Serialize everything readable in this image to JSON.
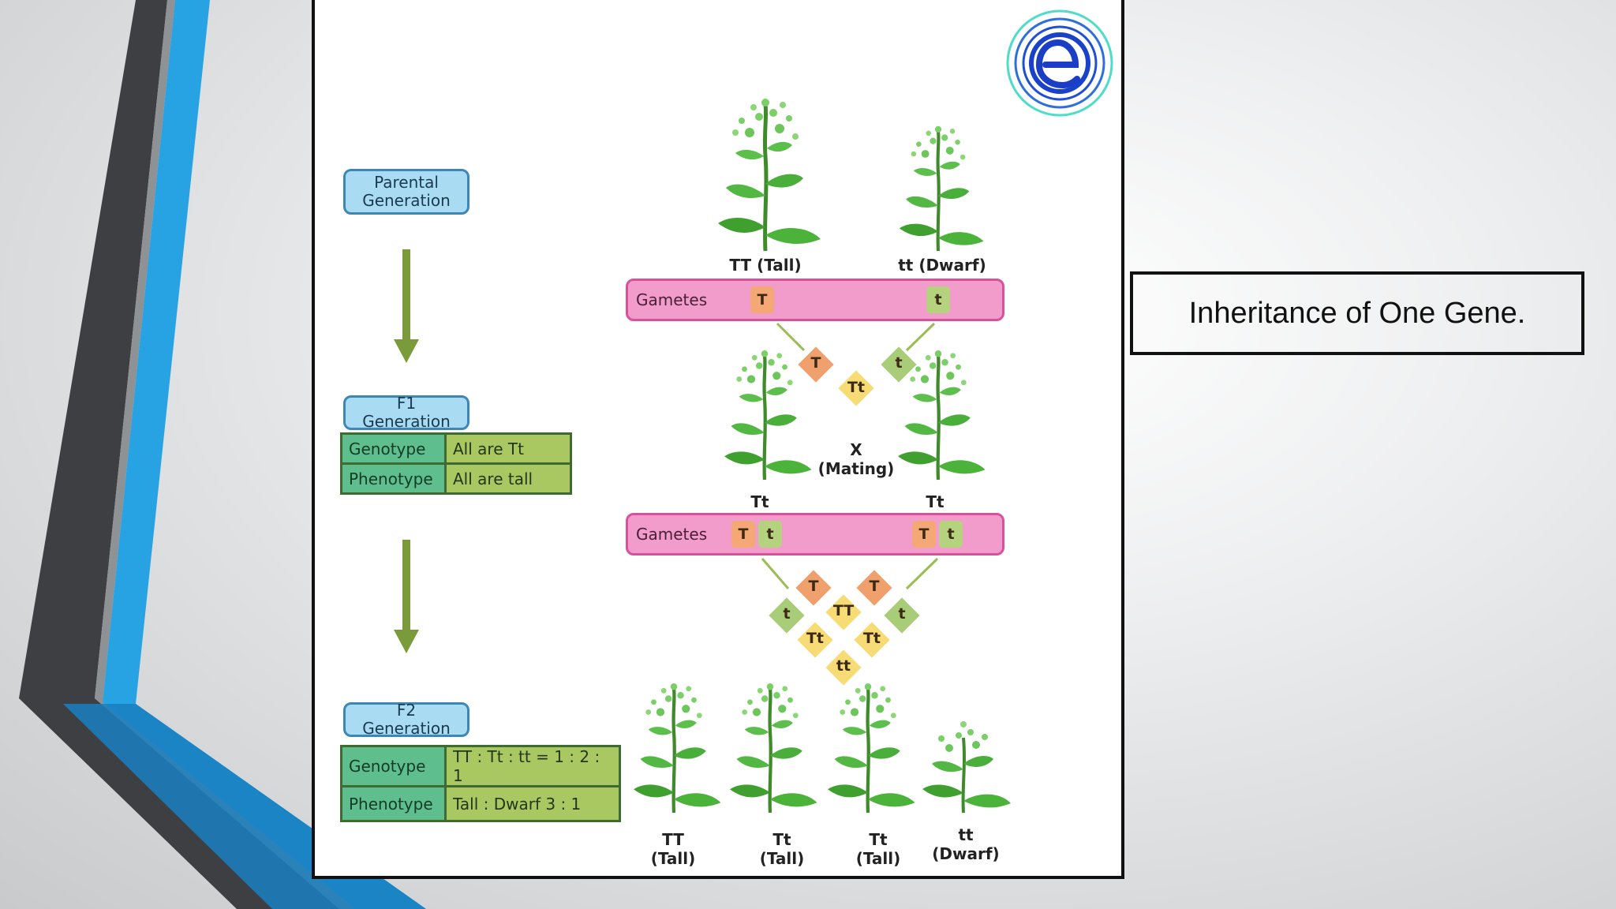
{
  "slide": {
    "caption": "Inheritance of One Gene."
  },
  "colors": {
    "accent_blue": "#27a2e3",
    "dark_stripe": "#3d3f42",
    "gamete_bar": "#f29ccc",
    "badge_fill": "#a9dcf2",
    "table_key": "#5fbe8e",
    "table_value": "#a9c861",
    "arrow": "#7b9a3a"
  },
  "logo": {
    "icon": "embibe-e-logo-icon"
  },
  "generations": {
    "parental": "Parental Generation",
    "f1": "F1 Generation",
    "f2": "F2 Generation"
  },
  "f1_table": {
    "genotype_key": "Genotype",
    "genotype_value": "All are Tt",
    "phenotype_key": "Phenotype",
    "phenotype_value": "All are tall"
  },
  "f2_table": {
    "genotype_key": "Genotype",
    "genotype_value": "TT : Tt : tt = 1 : 2 : 1",
    "phenotype_key": "Phenotype",
    "phenotype_value": "Tall : Dwarf 3 : 1"
  },
  "parents": {
    "left": "TT (Tall)",
    "right": "tt (Dwarf)"
  },
  "gametes_label": "Gametes",
  "gametes_1": {
    "left": "T",
    "right": "t"
  },
  "f1_cross": {
    "left_allele": "T",
    "right_allele": "t",
    "result": "Tt",
    "mating": "X\n(Mating)",
    "left_plant": "Tt",
    "right_plant": "Tt"
  },
  "gametes_2": {
    "left": [
      "T",
      "t"
    ],
    "right": [
      "T",
      "t"
    ]
  },
  "punnett": {
    "top_left": "T",
    "top_right": "T",
    "side_left": "t",
    "side_right": "t",
    "center": "TT",
    "mid_left": "Tt",
    "mid_right": "Tt",
    "bottom": "tt"
  },
  "offspring": [
    {
      "genotype": "TT",
      "phenotype": "(Tall)"
    },
    {
      "genotype": "Tt",
      "phenotype": "(Tall)"
    },
    {
      "genotype": "Tt",
      "phenotype": "(Tall)"
    },
    {
      "genotype": "tt",
      "phenotype": "(Dwarf)"
    }
  ]
}
